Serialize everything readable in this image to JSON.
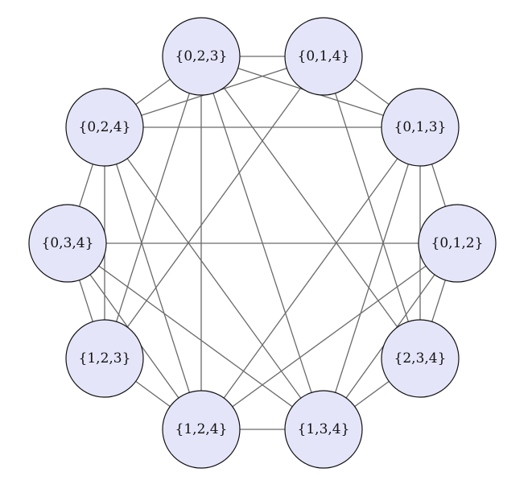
{
  "graph": {
    "nodes": [
      "{0,2,3}",
      "{0,1,4}",
      "{0,1,3}",
      "{0,1,2}",
      "{2,3,4}",
      "{1,3,4}",
      "{1,2,4}",
      "{1,2,3}",
      "{0,3,4}",
      "{0,2,4}"
    ],
    "edges": [
      [
        "{0,2,3}",
        "{0,1,4}"
      ],
      [
        "{0,2,3}",
        "{0,1,3}"
      ],
      [
        "{0,2,3}",
        "{0,2,4}"
      ],
      [
        "{0,2,3}",
        "{1,2,3}"
      ],
      [
        "{0,2,3}",
        "{1,2,4}"
      ],
      [
        "{0,2,3}",
        "{1,3,4}"
      ],
      [
        "{0,2,3}",
        "{2,3,4}"
      ],
      [
        "{0,1,4}",
        "{0,2,4}"
      ],
      [
        "{0,1,4}",
        "{1,2,3}"
      ],
      [
        "{0,1,4}",
        "{2,3,4}"
      ],
      [
        "{0,1,4}",
        "{0,1,3}"
      ],
      [
        "{0,1,3}",
        "{0,2,4}"
      ],
      [
        "{0,1,3}",
        "{1,2,4}"
      ],
      [
        "{0,1,3}",
        "{1,3,4}"
      ],
      [
        "{0,1,3}",
        "{2,3,4}"
      ],
      [
        "{0,1,3}",
        "{0,1,2}"
      ],
      [
        "{0,1,2}",
        "{0,3,4}"
      ],
      [
        "{0,1,2}",
        "{1,2,4}"
      ],
      [
        "{0,1,2}",
        "{1,3,4}"
      ],
      [
        "{0,1,2}",
        "{2,3,4}"
      ],
      [
        "{2,3,4}",
        "{1,3,4}"
      ],
      [
        "{1,3,4}",
        "{1,2,4}"
      ],
      [
        "{1,2,4}",
        "{1,2,3}"
      ],
      [
        "{1,2,3}",
        "{0,3,4}"
      ],
      [
        "{0,3,4}",
        "{0,2,4}"
      ],
      [
        "{0,2,4}",
        "{1,2,3}"
      ],
      [
        "{0,2,4}",
        "{1,2,4}"
      ],
      [
        "{0,2,4}",
        "{1,3,4}"
      ],
      [
        "{0,3,4}",
        "{1,2,4}"
      ],
      [
        "{0,3,4}",
        "{1,3,4}"
      ]
    ],
    "colors": {
      "node_fill": "#e5e5fa",
      "edge": "#6a6a6a",
      "outline": "#111111"
    }
  }
}
